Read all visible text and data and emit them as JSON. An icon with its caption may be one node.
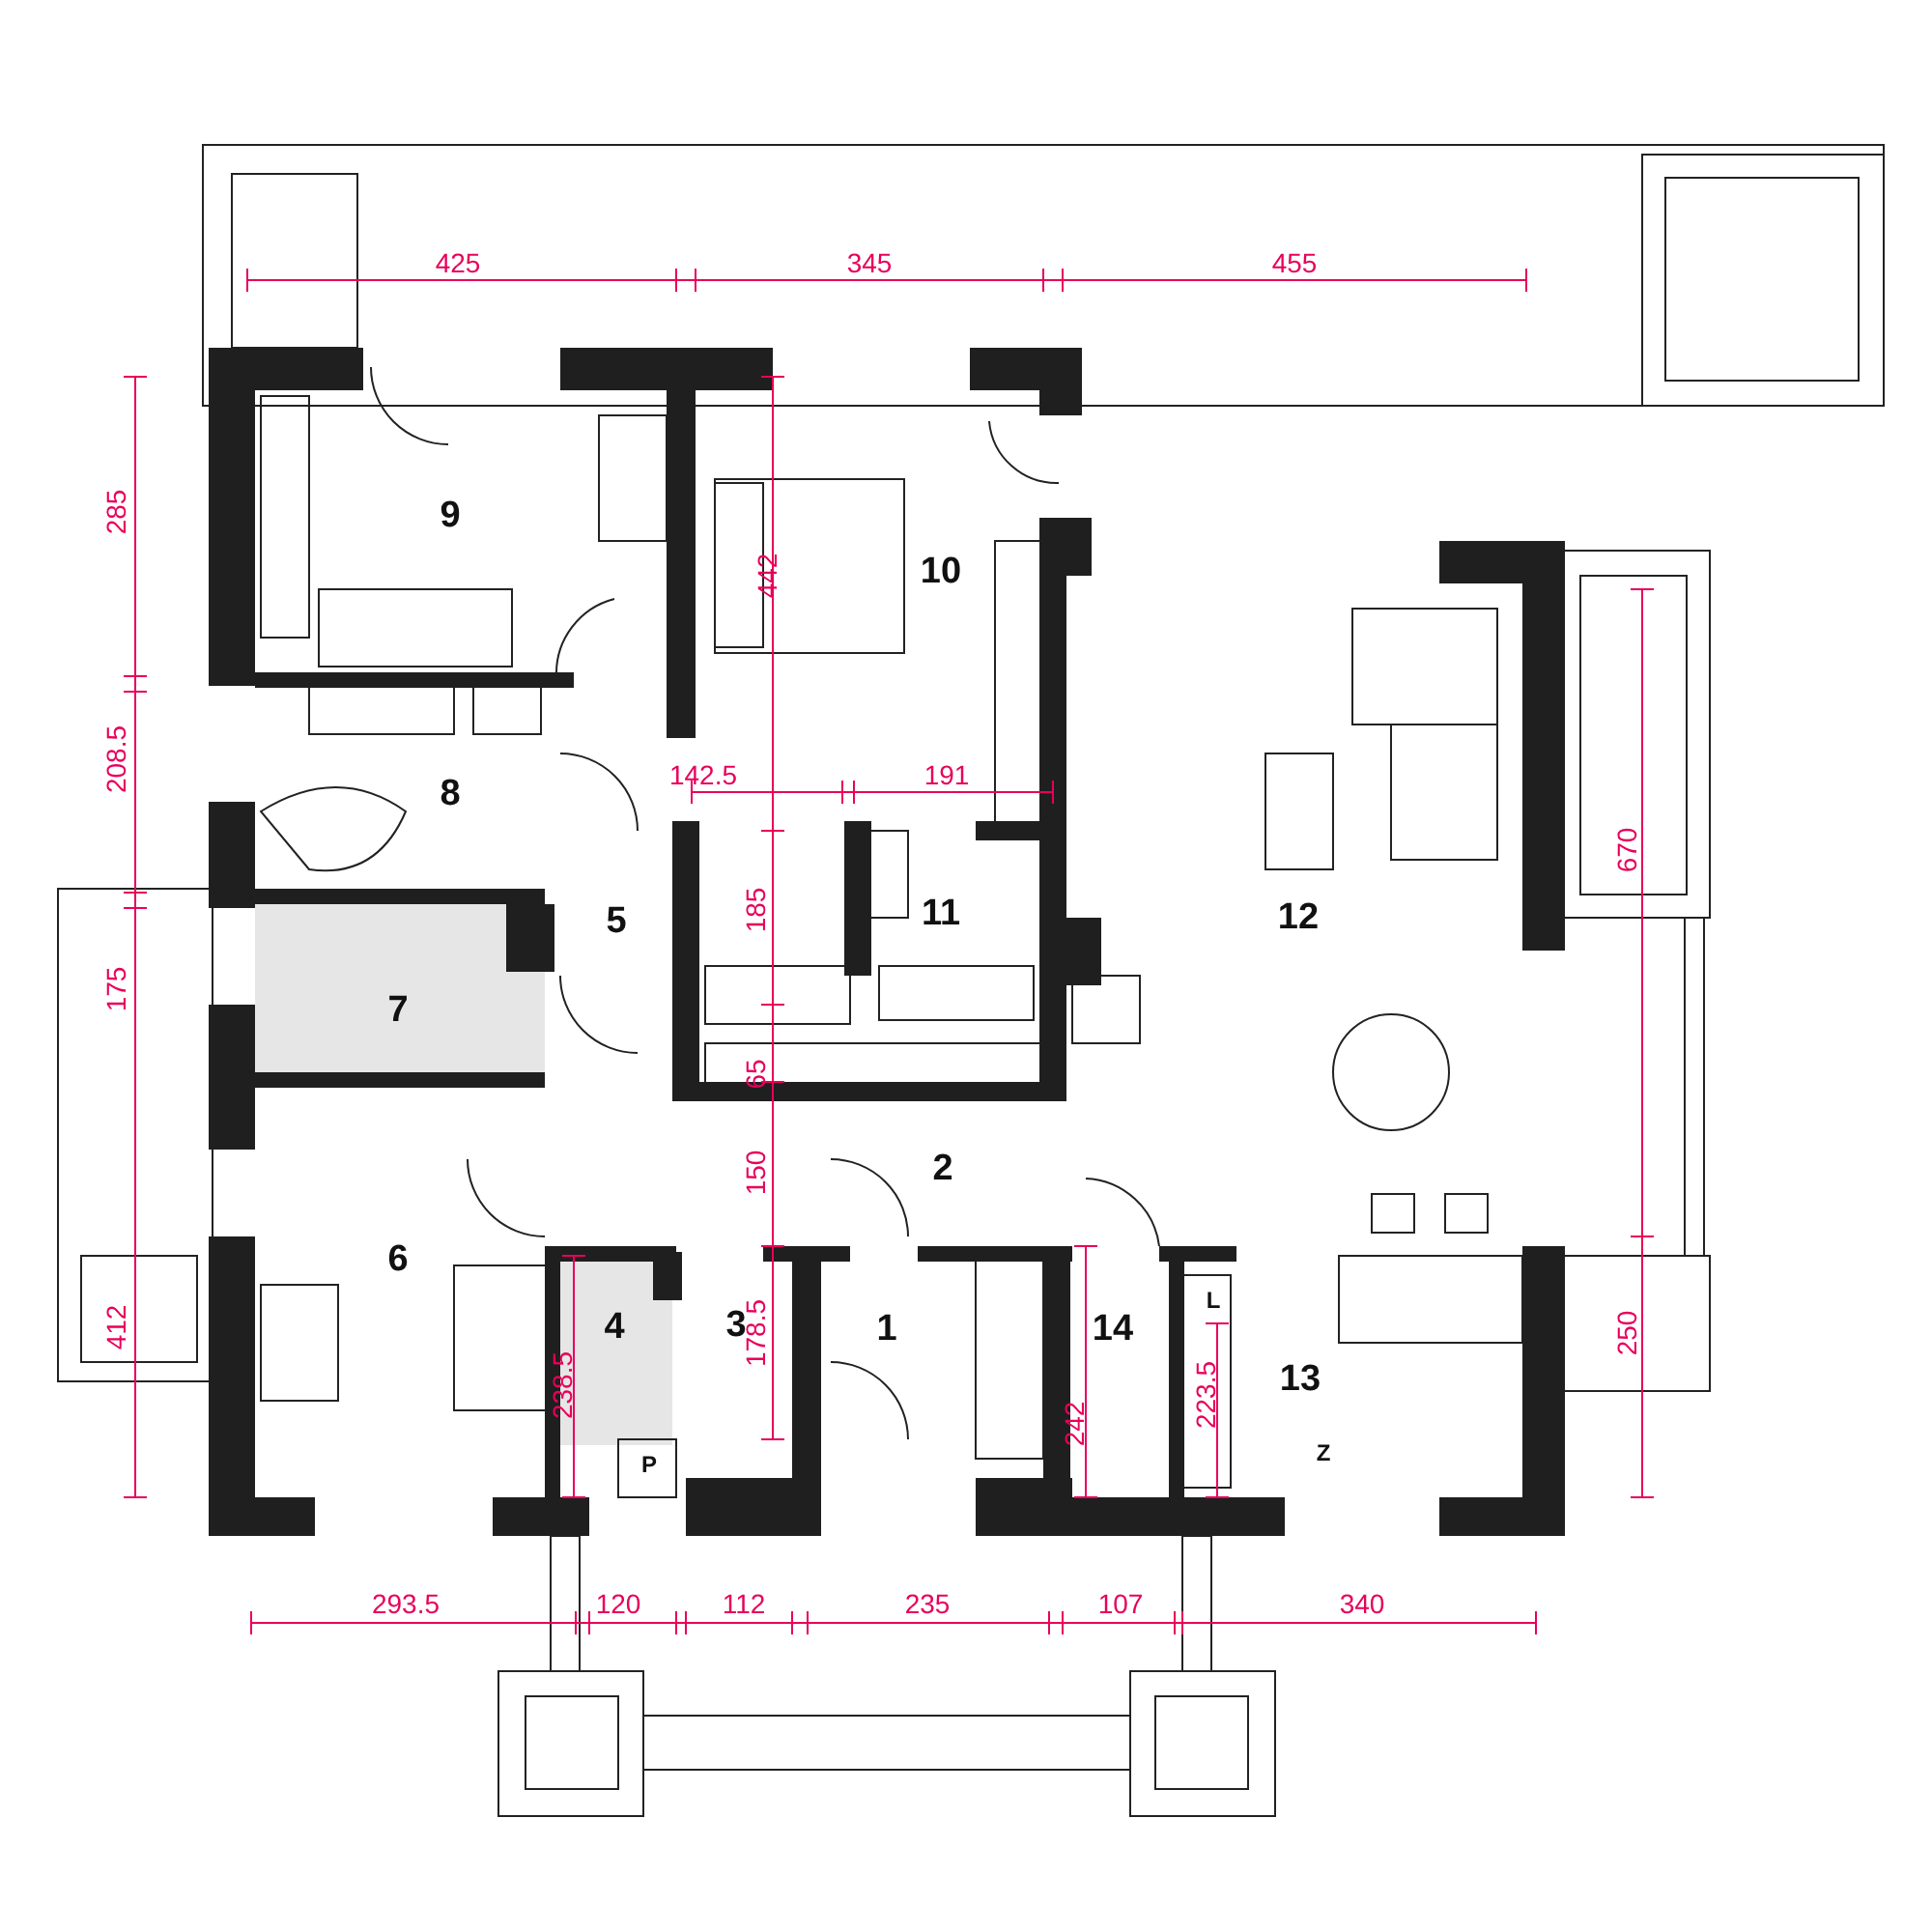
{
  "diagram": {
    "labels": [
      "425",
      "345",
      "455",
      "285",
      "9",
      "10",
      "442",
      "8",
      "208.5",
      "142.5",
      "191",
      "12",
      "670",
      "5",
      "185",
      "11",
      "175",
      "7",
      "65",
      "2",
      "150",
      "6",
      "412",
      "4",
      "3",
      "178.5",
      "1",
      "14",
      "L",
      "13",
      "250",
      "238.5",
      "242",
      "223.5",
      "Z",
      "P",
      "293.5",
      "120",
      "112",
      "235",
      "107",
      "340"
    ]
  }
}
